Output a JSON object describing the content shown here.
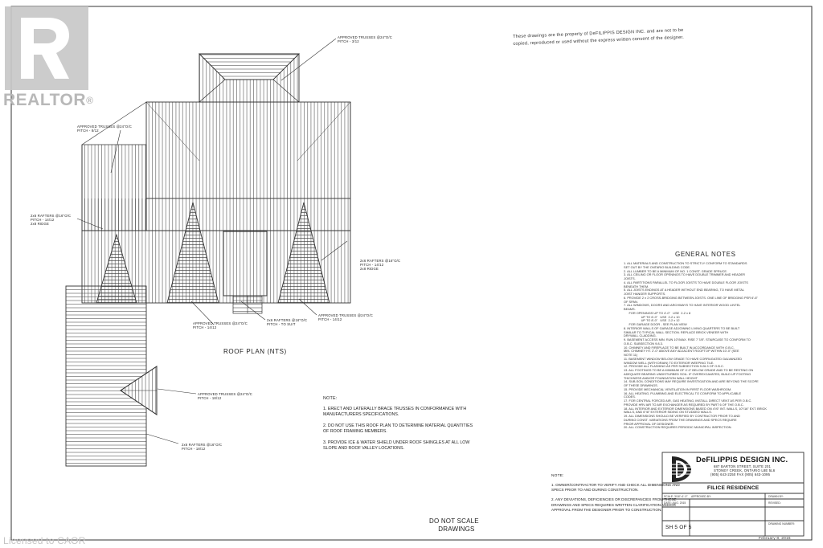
{
  "watermark": {
    "brand": "REALTOR",
    "registered_mark": "®",
    "license": "Licensed to CAOR"
  },
  "copyright_notice": {
    "line1": "These drawings are the property of DeFILIPPIS DESIGN INC. and are not to be",
    "line2": "copied, reproduced or used without the express written consent of the designer."
  },
  "plan": {
    "title": "ROOF PLAN (NTS)",
    "labels": [
      {
        "line1": "APPROVED TRUSSES @24\"O/C",
        "line2": "PITCH - 3/12"
      },
      {
        "line1": "APPROVED TRUSSES @24\"O/C",
        "line2": "PITCH - 8/12"
      },
      {
        "line1": "2x6 RAFTERS @16\"O/C",
        "line2": "PITCH - 14/12",
        "line3": "2x8 RIDGE"
      },
      {
        "line1": "2x6 RAFTERS @16\"O/C",
        "line2": "PITCH - 14/12",
        "line3": "2x8 RIDGE"
      },
      {
        "line1": "APPROVED TRUSSES @24\"O/C",
        "line2": "PITCH - 14/12"
      },
      {
        "line1": "2x6 RAFTERS @16\"O/C",
        "line2": "PITCH - TO SUIT"
      },
      {
        "line1": "APPROVED TRUSSES @24\"O/C",
        "line2": "PITCH - 14/12"
      },
      {
        "line1": "APPROVED TRUSSES @24\"O/C",
        "line2": "PITCH - 18/12"
      },
      {
        "line1": "2x6 RAFTERS @16\"O/C",
        "line2": "PITCH - 18/12"
      }
    ]
  },
  "notes": {
    "title": "NOTE:",
    "items": [
      "1. ERECT AND LATERALLY BRACE TRUSSES IN CONFORMANCE WITH MANUFACTURERS SPECIFICATIONS.",
      "2. DO NOT USE THIS ROOF PLAN TO DETERMINE MATERIAL QUANTITIES OF ROOF FRAMING MEMBERS.",
      "3. PROVIDE ICE & WATER SHIELD UNDER ROOF SHINGLES AT ALL LOW SLOPE AND ROOF VALLEY LOCATIONS."
    ]
  },
  "general_notes": {
    "title": "GENERAL NOTES",
    "items": [
      "1. ALL MATERIALS AND CONSTRUCTION TO STRICTLY CONFORM TO STANDARDS",
      "   SET OUT BY THE ONTARIO BUILDING CODE.",
      "2. ALL LUMBER TO BE A MINIMUM OF NO. 1 CONST. GRADE SPRUCE.",
      "3. ALL CEILING OR FLOOR OPENINGS TO HAVE DOUBLE TRIMMER AND HEADER",
      "   JOISTS.",
      "4. ALL PARTITIONS PARALLEL TO FLOOR JOISTS TO HAVE DOUBLE FLOOR JOISTS",
      "   BENEATH THEM.",
      "5. ALL JOISTS ENDINGS AT A HEADER WITHOUT END BEARING, TO HAVE METAL",
      "   JOIST HANGER SUPPORTS.",
      "6. PROVIDE 2 x 2 CROSS-BRIDGING BETWEEN JOISTS. ONE LINE OF BRIDGING PER 6'-6\"",
      "   OF SPAN.",
      "7. ALL WINDOWS, DOORS AND ARCHWAYS TO HAVE INTERIOR WOOD LINTEL",
      "   BEAMS.",
      "      FOR OPENINGS UP TO 4'-0\"   USE  2-2 x 8",
      "                    UP TO 6'-0\"   USE  2-2 x 10",
      "                    UP TO 8'-0\"   USE  2-2 x 12",
      "      FOR GARAGE DOOR - SEE PLAN VIEW",
      "8. INTERIOR WALLS OF GARAGE ADJOINING LIVING QUARTERS TO BE BUILT",
      "   SIMILAR TO TYPICAL WALL SECTION. REPLACE BRICK VENEER WITH",
      "   DRYWALL CLADDING.",
      "9. BASEMENT ACCESS MIN. RUN 10\"/MAX. RISE 7 7/8\". STAIRCASE TO CONFORM TO",
      "   O.B.C. SUBSECTION 9.8.3.",
      "10. CHIMNEY AND FIREPLACE TO BE BUILT IN ACCORDANCE WITH O.B.C.",
      "    MIN. CHIMNEY HT. 2'-0\" ABOVE ANY ADJACENT ROOFTOP WITHIN 10'-0\" (SEE",
      "    NOTE 11)",
      "11. BASEMENT WINDOW BELOW GRADE TO HAVE CORRUGATED GALVANIZED",
      "    WINDOW WELL (WITH DRAIN) TO EXTERIOR WEEPING TILE.",
      "12. PROVIDE ALL FLASHING AS PER SUBSECTION 9.26.3 OF O.B.C.",
      "13. ALL FOOTINGS TO BE A MINIMUM OF 4'-0\" BELOW GRADE AND TO BE RESTING ON",
      "    ADEQUATE BEARING UNDISTURBED SOIL. IF OVEREXCAVATED, BUILD UP FOOTING",
      "    THICKNESS AND/OR FOUNDATION WALL HEIGHT.",
      "14. SUB-SOIL CONDITIONS MAY REQUIRE INVESTIGATION AND ARE BEYOND THE SCOPE",
      "    OF THESE DRAWINGS.",
      "15. PROVIDE MECHANICAL VENTILATION IN FIRST FLOOR WASHROOM.",
      "16. ALL HEATING, PLUMBING AND ELECTRICAL TO CONFORM TO APPLICABLE",
      "    CODES.",
      "17. FOR CENTRAL FORCED AIR, GAS HEATING, INSTALL DIRECT VENT AS PER O.B.C.",
      "    PROVIDE HRV AIR TO AIR EXCHANGER AS REQUIRED BY PART 6 OF THE O.B.C.",
      "18. ALL INTERIOR AND EXTERIOR DIMENSIONS BASED ON 4\"/6\" INT. WALLS, 10\"/16\" EXT. BRICK",
      "    WALLS, AND 6\"/8\" EXTERIOR SIDING ON STUDDED WALLS.",
      "19. ALL DIMENSIONS SHOULD BE VERIFIED BY CONTRACTOR PRIOR TO AND",
      "    DURING CONST. VARIATIONS FROM THE DRAWINGS AND SPECS REQUIRE",
      "    PRIOR APPROVAL OF DESIGNER.",
      "20. ALL CONSTRUCTION REQUIRES PERIODIC MUNICIPAL INSPECTION."
    ]
  },
  "notes2": {
    "title": "NOTE:",
    "items": [
      "1. OWNER/CONTRACTOR TO VERIFY AND CHECK ALL DIMENSIONS AND SPECS PRIOR TO AND DURING CONSTRUCTION.",
      "2. ANY DEVIATIONS, DEFICIENCIES OR DISCREPANCIES FROM THESE DRAWINGS AND SPECS REQUIRES WRITTEN CLARIFICATION AND/OR APPROVAL FROM THE DESIGNER PRIOR TO CONSTRUCTION."
    ]
  },
  "do_not_scale": {
    "line1": "DO NOT SCALE",
    "line2": "DRAWINGS"
  },
  "title_block": {
    "company": "DeFILIPPIS DESIGN INC.",
    "address1": "687 BARTON STREET, SUITE 201",
    "address2": "STONEY CREEK, ONTARIO L8E 5L6",
    "phone": "(905) 643-2250  FAX (905) 643-1095",
    "project": "FILICE RESIDENCE",
    "scale_label": "SCALE: 3/16\"=1'-0\"",
    "approved_label": "APPROVED BY:",
    "drawn_label": "DRAWN BY:",
    "date_label": "DATE: AUG. 2015",
    "revised_label": "REVISED:",
    "sheet": "SH 5 OF 5",
    "drawing_number_label": "DRAWING NUMBER:",
    "date_stamp": "February 8, 2016"
  }
}
